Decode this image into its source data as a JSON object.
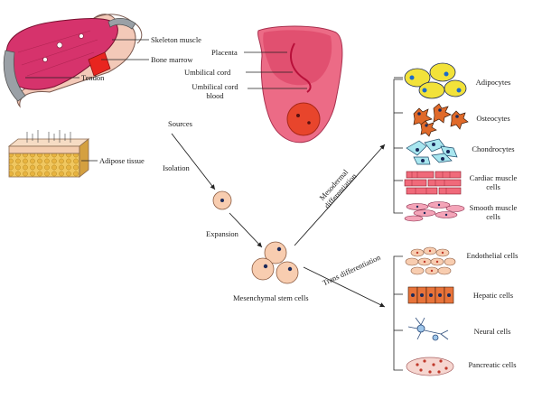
{
  "sources": {
    "skeleton_muscle": "Skeleton muscle",
    "bone_marrow": "Bone marrow",
    "tendon": "Tendon",
    "placenta": "Placenta",
    "umbilical_cord": "Umbilical cord",
    "umbilical_cord_blood": "Umbilical cord blood",
    "adipose_tissue": "Adipose tissue"
  },
  "steps": {
    "sources": "Sources",
    "isolation": "Isolation",
    "expansion": "Expansion",
    "msc": "Mesenchymal stem cells",
    "mesodermal": "Mesodermal differentiation",
    "trans": "Trans differentiation"
  },
  "mesodermal_cells": [
    "Adipocytes",
    "Osteocytes",
    "Chondrocytes",
    "Cardiac muscle cells",
    "Smooth muscle cells"
  ],
  "trans_cells": [
    "Endothelial cells",
    "Hepatic cells",
    "Neural cells",
    "Pancreatic cells"
  ],
  "colors": {
    "muscle": "#d6336c",
    "bone": "#f3c9b8",
    "marrow": "#e8251f",
    "tendon": "#9aa0a6",
    "placenta": "#ec6b86",
    "cell": "#f8cdb0",
    "nucleus": "#1b2a5a",
    "adipocyte": "#f2e23a",
    "osteocyte": "#e06a2a",
    "chondrocyte": "#7fd6e3",
    "cardiac": "#f06a7a",
    "smooth": "#f4a4b8",
    "hepatic": "#e8733a"
  }
}
